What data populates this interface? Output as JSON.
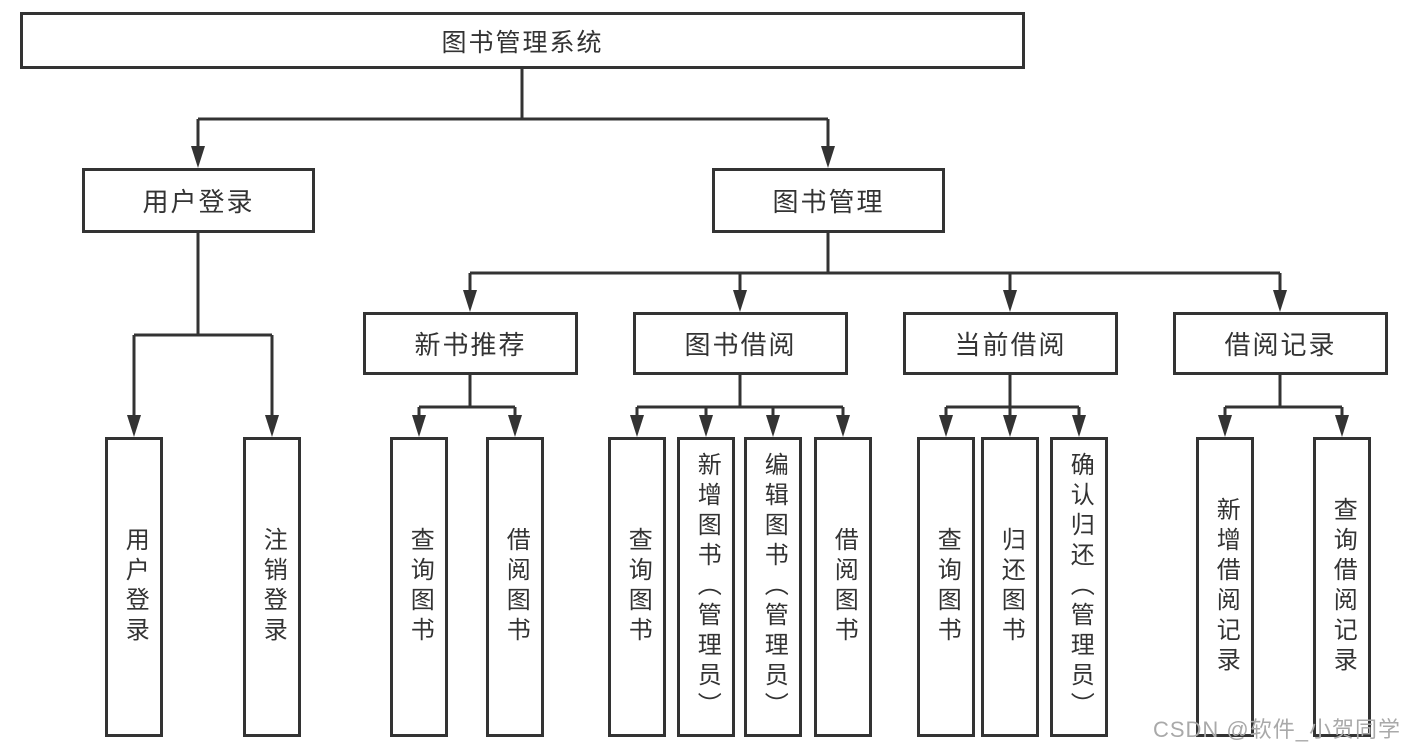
{
  "diagram": {
    "type": "hierarchy-tree",
    "title": "图书管理系统",
    "nodes": {
      "root": "图书管理系统",
      "userLogin": "用户登录",
      "bookMgmt": "图书管理",
      "login": "用户登录",
      "logout": "注销登录",
      "newBookRec": "新书推荐",
      "bookBorrow": "图书借阅",
      "currentBorrow": "当前借阅",
      "borrowRecord": "借阅记录",
      "nbQuery": "查询图书",
      "nbBorrow": "借阅图书",
      "bbQuery": "查询图书",
      "bbAdd": "新增图书（管理员）",
      "bbEdit": "编辑图书（管理员）",
      "bbBorrow": "借阅图书",
      "cbQuery": "查询图书",
      "cbReturn": "归还图书",
      "cbConfirm": "确认归还（管理员）",
      "brAdd": "新增借阅记录",
      "brQuery": "查询借阅记录"
    },
    "edges": [
      {
        "from": "图书管理系统",
        "to": "用户登录"
      },
      {
        "from": "图书管理系统",
        "to": "图书管理"
      },
      {
        "from": "用户登录",
        "to": "用户登录"
      },
      {
        "from": "用户登录",
        "to": "注销登录"
      },
      {
        "from": "图书管理",
        "to": "新书推荐"
      },
      {
        "from": "图书管理",
        "to": "图书借阅"
      },
      {
        "from": "图书管理",
        "to": "当前借阅"
      },
      {
        "from": "图书管理",
        "to": "借阅记录"
      },
      {
        "from": "新书推荐",
        "to": "查询图书"
      },
      {
        "from": "新书推荐",
        "to": "借阅图书"
      },
      {
        "from": "图书借阅",
        "to": "查询图书"
      },
      {
        "from": "图书借阅",
        "to": "新增图书（管理员）"
      },
      {
        "from": "图书借阅",
        "to": "编辑图书（管理员）"
      },
      {
        "from": "图书借阅",
        "to": "借阅图书"
      },
      {
        "from": "当前借阅",
        "to": "查询图书"
      },
      {
        "from": "当前借阅",
        "to": "归还图书"
      },
      {
        "from": "当前借阅",
        "to": "确认归还（管理员）"
      },
      {
        "from": "借阅记录",
        "to": "新增借阅记录"
      },
      {
        "from": "借阅记录",
        "to": "查询借阅记录"
      }
    ],
    "colors": {
      "line": "#333333",
      "box_border": "#333333",
      "box_background": "#ffffff",
      "text": "#333333",
      "watermark_text": "#a9a9a9",
      "background": "#ffffff"
    }
  },
  "watermark": "CSDN @软件_小贺同学"
}
